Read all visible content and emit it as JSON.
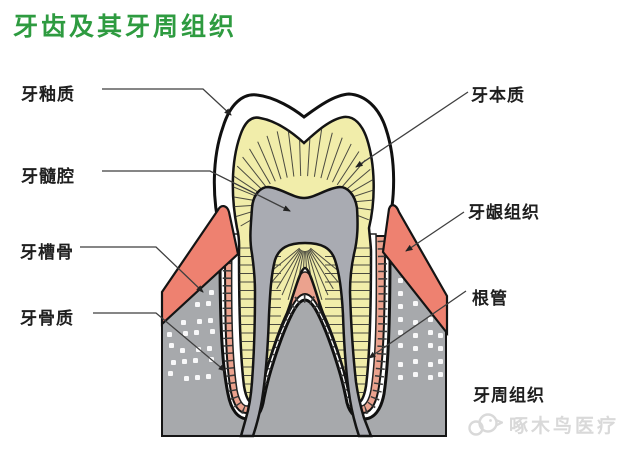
{
  "title": "牙齿及其牙周组织",
  "labels": {
    "enamel": "牙釉质",
    "pulp_cavity": "牙髓腔",
    "alveolar_bone": "牙槽骨",
    "cementum": "牙骨质",
    "dentin": "牙本质",
    "gingival_tissue": "牙龈组织",
    "root_canal": "根管",
    "periodontal_tissue": "牙周组织"
  },
  "watermark": {
    "text": "啄木鸟医疗"
  },
  "colors": {
    "title_green": "#2e9b40",
    "label_text": "#1f1f1f",
    "dentin_yellow": "#f1edaa",
    "pulp_gray": "#a9abb2",
    "bone_gray": "#a7a9ac",
    "gum_salmon": "#ee8170",
    "cementum_pink": "#eba28e",
    "outline_black": "#141414",
    "leader_line": "#3f3f3f",
    "watermark_gray": "#d9d9d9"
  }
}
